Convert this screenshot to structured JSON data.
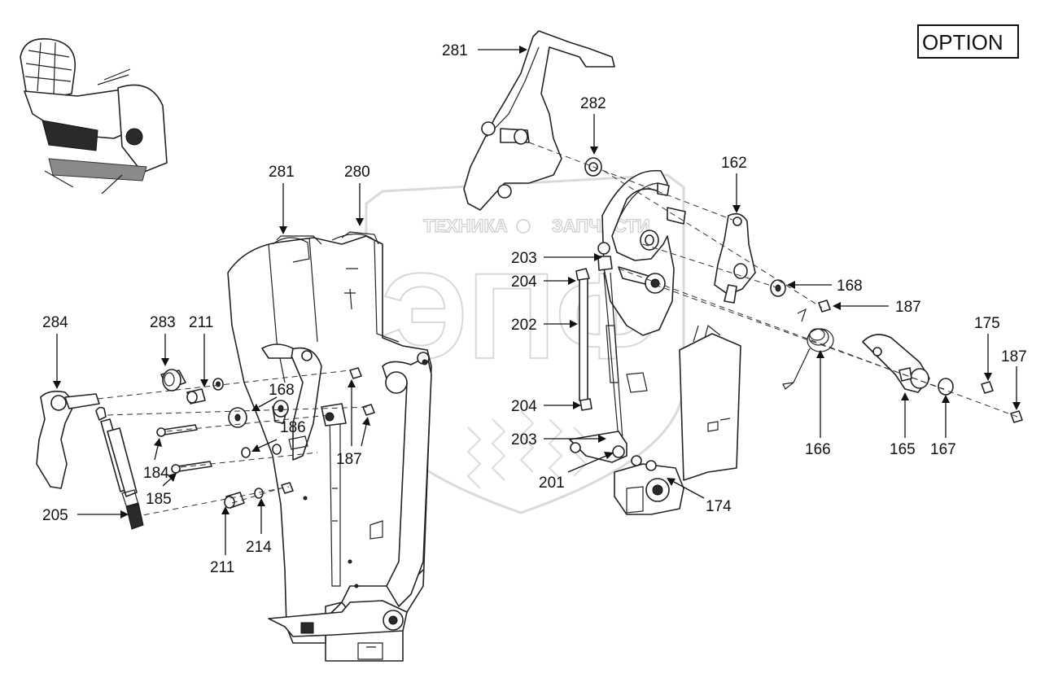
{
  "option_label": "OPTION",
  "watermark": {
    "brand": "ЭПФ",
    "word_left": "ТЕХНИКА",
    "word_right": "ЗАПЧАСТИ"
  },
  "callouts": {
    "281_top": "281",
    "282": "282",
    "162": "162",
    "203_top": "203",
    "204_top": "204",
    "202": "202",
    "168_right": "168",
    "187_right_a": "187",
    "175": "175",
    "187_right_b": "187",
    "204_bottom": "204",
    "203_bottom": "203",
    "201": "201",
    "174": "174",
    "166": "166",
    "165": "165",
    "167": "167",
    "281_left": "281",
    "280": "280",
    "284": "284",
    "283": "283",
    "211_top": "211",
    "168_left": "168",
    "186": "186",
    "187_left": "187",
    "184": "184",
    "185": "185",
    "205": "205",
    "211_bottom": "211",
    "214": "214"
  }
}
